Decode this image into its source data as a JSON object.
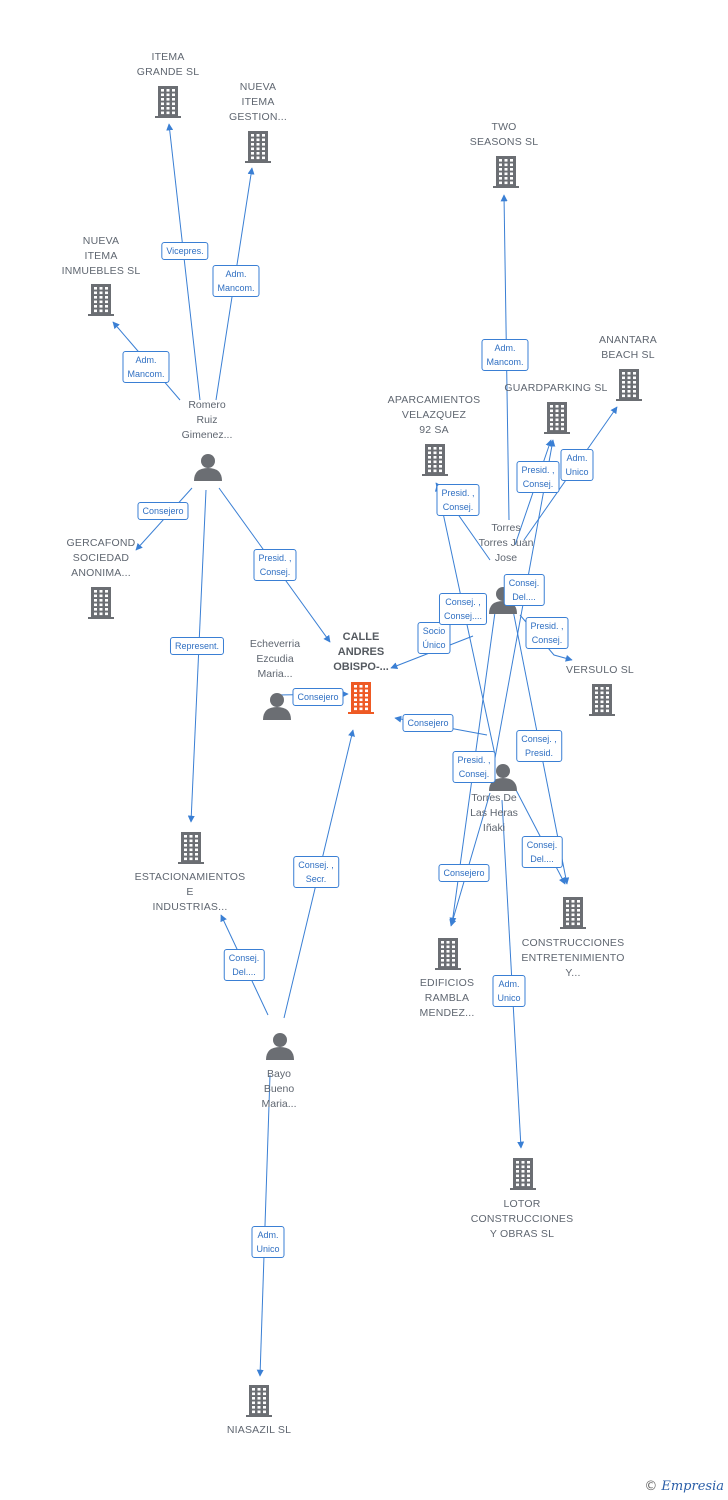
{
  "colors": {
    "edge": "#3a7fd4",
    "node": "#6b6e73",
    "center": "#ee5a24"
  },
  "nodes": [
    {
      "id": "itema-grande",
      "type": "company",
      "label": "ITEMA\nGRANDE SL"
    },
    {
      "id": "nueva-itema-gestion",
      "type": "company",
      "label": "NUEVA\nITEMA\nGESTION..."
    },
    {
      "id": "nueva-itema-inmuebles",
      "type": "company",
      "label": "NUEVA\nITEMA\nINMUEBLES SL"
    },
    {
      "id": "romero",
      "type": "person",
      "label": "Romero\nRuiz\nGimenez..."
    },
    {
      "id": "gercafond",
      "type": "company",
      "label": "GERCAFOND\nSOCIEDAD\nANONIMA..."
    },
    {
      "id": "calle-andres",
      "type": "center",
      "label": "CALLE\nANDRES\nOBISPO-..."
    },
    {
      "id": "echeverria",
      "type": "person",
      "label": "Echeverria\nEzcudia\nMaria..."
    },
    {
      "id": "estacionamientos",
      "type": "company",
      "label": "ESTACIONAMIENTOS\nE\nINDUSTRIAS..."
    },
    {
      "id": "bayo",
      "type": "person",
      "label": "Bayo\nBueno\nMaria..."
    },
    {
      "id": "niasazil",
      "type": "company",
      "label": "NIASAZIL SL"
    },
    {
      "id": "two-seasons",
      "type": "company",
      "label": "TWO\nSEASONS SL"
    },
    {
      "id": "anantara",
      "type": "company",
      "label": "ANANTARA\nBEACH SL"
    },
    {
      "id": "guardparking",
      "type": "company",
      "label": "GUARDPARKING SL"
    },
    {
      "id": "aparcamientos",
      "type": "company",
      "label": "APARCAMIENTOS\nVELAZQUEZ\n92 SA"
    },
    {
      "id": "torres-juan",
      "type": "person",
      "label": "Torres\nTorres Juan\nJose"
    },
    {
      "id": "versulo",
      "type": "company",
      "label": "VERSULO SL"
    },
    {
      "id": "torres-heras",
      "type": "person",
      "label": "Torres De\nLas Heras\nIñaki"
    },
    {
      "id": "construcciones-ent",
      "type": "company",
      "label": "CONSTRUCCIONES\nENTRETENIMIENTO\nY..."
    },
    {
      "id": "edificios",
      "type": "company",
      "label": "EDIFICIOS\nRAMBLA\nMENDEZ..."
    },
    {
      "id": "lotor",
      "type": "company",
      "label": "LOTOR\nCONSTRUCCIONES\nY OBRAS SL"
    }
  ],
  "edges": [
    {
      "id": "e1",
      "label": "Vicepres."
    },
    {
      "id": "e2",
      "label": "Adm.\nMancom."
    },
    {
      "id": "e3",
      "label": "Adm.\nMancom."
    },
    {
      "id": "e4",
      "label": "Consejero"
    },
    {
      "id": "e5",
      "label": "Presid. ,\nConsej."
    },
    {
      "id": "e6",
      "label": "Represent."
    },
    {
      "id": "e7",
      "label": "Consejero"
    },
    {
      "id": "e8",
      "label": "Consej.\nDel...."
    },
    {
      "id": "e9",
      "label": "Consej. ,\nSecr."
    },
    {
      "id": "e10",
      "label": "Adm.\nUnico"
    },
    {
      "id": "e11",
      "label": "Adm.\nMancom."
    },
    {
      "id": "e12",
      "label": "Adm.\nUnico"
    },
    {
      "id": "e13",
      "label": "Presid. ,\nConsej."
    },
    {
      "id": "e14",
      "label": "Presid. ,\nConsej."
    },
    {
      "id": "e15",
      "label": "Socio\nÚnico"
    },
    {
      "id": "e16",
      "label": "Consej. ,\nConsej...."
    },
    {
      "id": "e17",
      "label": "Consej.\nDel...."
    },
    {
      "id": "e18",
      "label": "Presid. ,\nConsej."
    },
    {
      "id": "e19",
      "label": "Consejero"
    },
    {
      "id": "e20",
      "label": "Presid. ,\nConsej."
    },
    {
      "id": "e21",
      "label": "Consej. ,\nPresid."
    },
    {
      "id": "e22",
      "label": "Consej.\nDel...."
    },
    {
      "id": "e23",
      "label": "Consejero"
    },
    {
      "id": "e24",
      "label": "Adm.\nUnico"
    }
  ],
  "footer": {
    "copyright": "©",
    "brand": "Empresia"
  }
}
